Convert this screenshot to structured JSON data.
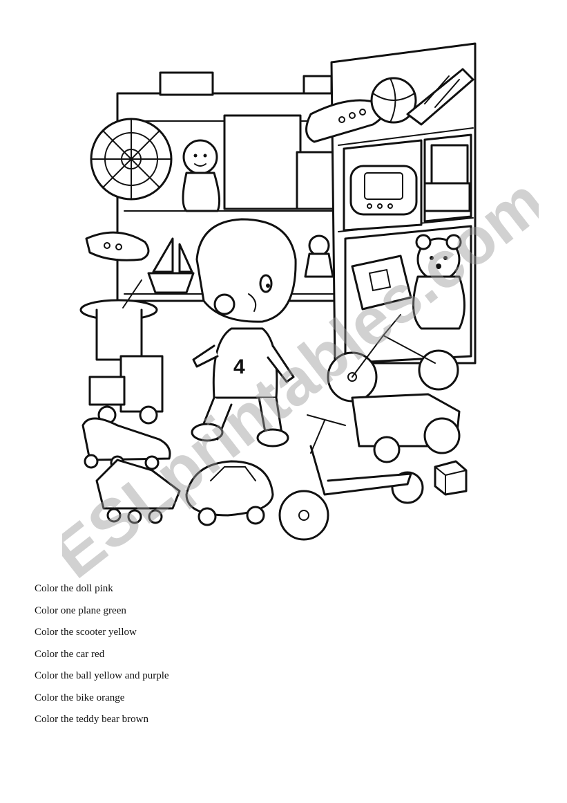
{
  "worksheet": {
    "instructions": [
      "Color the doll pink",
      "Color one plane green",
      "Color the scooter yellow",
      "Color the car red",
      "Color the ball yellow and purple",
      "Color the bike orange",
      "Color the teddy bear brown"
    ],
    "watermark": "ESLprintables.com"
  },
  "colors": {
    "ink": "#111111",
    "watermark": "#bcbcbc",
    "paper": "#ffffff"
  }
}
